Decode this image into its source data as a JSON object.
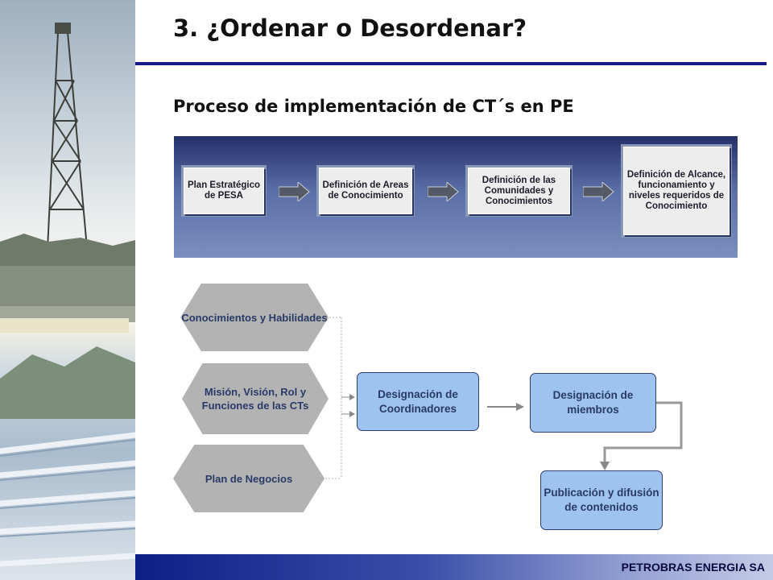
{
  "slide": {
    "title": "3. ¿Ordenar o Desordenar?",
    "subtitle": "Proceso de implementación de CT´s en PE"
  },
  "process_steps": [
    "Plan Estratégico de PESA",
    "Definición de Areas de Conocimiento",
    "Definición de las Comunidades y Conocimientos",
    "Definición de Alcance, funcionamiento y niveles requeridos de Conocimiento"
  ],
  "inputs": [
    "Conocimientos y Habilidades",
    "Misión, Visión, Rol y Funciones de las CTs",
    "Plan de Negocios"
  ],
  "outputs": {
    "coordinadores": "Designación de Coordinadores",
    "miembros": "Designación de miembros",
    "publicacion": "Publicación y difusión de contenidos"
  },
  "footer": {
    "company": "PETROBRAS ENERGIA SA"
  },
  "colors": {
    "title_rule": "#1a1a8c",
    "hexagon": "#b3b3b3",
    "box_fill": "#9ec3ef",
    "text_blue": "#2a3a66",
    "footer": "#0d1f86"
  }
}
